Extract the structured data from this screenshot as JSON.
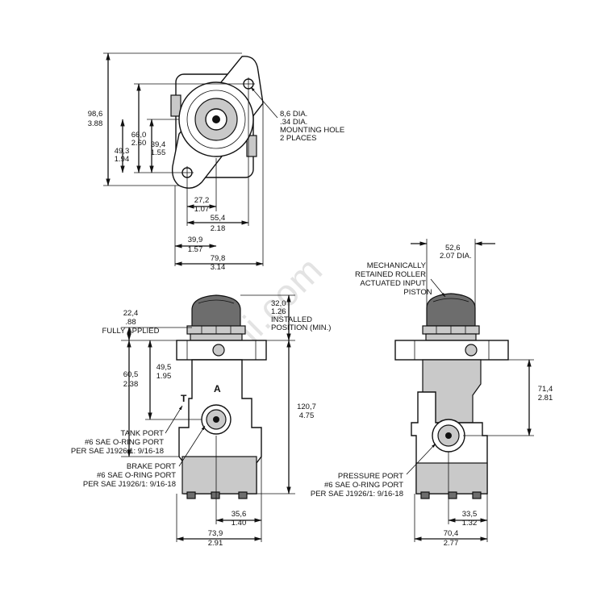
{
  "watermark": "uuhi.com",
  "top_view": {
    "dim_overall_h": [
      "98,6",
      "3.88"
    ],
    "dim_66": [
      "66,0",
      "2.60"
    ],
    "dim_49": [
      "49,3",
      "1.94"
    ],
    "dim_39": [
      "39,4",
      "1.55"
    ],
    "dim_27": [
      "27,2",
      "1.07"
    ],
    "dim_55": [
      "55,4",
      "2.18"
    ],
    "dim_39b": [
      "39,9",
      "1.57"
    ],
    "dim_79": [
      "79,8",
      "3.14"
    ],
    "hole_note": [
      "8,6 DIA.",
      ".34 DIA.",
      "MOUNTING HOLE",
      "2 PLACES"
    ]
  },
  "front_view": {
    "dim_22": [
      "22,4",
      ".88",
      "FULLY APPLIED"
    ],
    "dim_32": [
      "32,0",
      "1.26",
      "INSTALLED",
      "POSITION (MIN.)"
    ],
    "dim_49": [
      "49,5",
      "1.95"
    ],
    "dim_60": [
      "60,5",
      "2.38"
    ],
    "dim_120": [
      "120,7",
      "4.75"
    ],
    "dim_35": [
      "35,6",
      "1.40"
    ],
    "dim_73": [
      "73,9",
      "2.91"
    ],
    "port_t": "T",
    "port_a": "A",
    "tank_port": [
      "TANK PORT",
      "#6 SAE O-RING PORT",
      "PER SAE J1926/1: 9/16-18"
    ],
    "brake_port": [
      "BRAKE PORT",
      "#6 SAE O-RING PORT",
      "PER SAE J1926/1: 9/16-18"
    ]
  },
  "side_view": {
    "dim_52": [
      "52,6",
      "2.07 DIA."
    ],
    "piston_note": [
      "MECHANICALLY",
      "RETAINED ROLLER",
      "ACTUATED INPUT",
      "PISTON"
    ],
    "dim_71": [
      "71,4",
      "2.81"
    ],
    "dim_33": [
      "33,5",
      "1.32"
    ],
    "dim_70": [
      "70,4",
      "2.77"
    ],
    "pressure_port": [
      "PRESSURE PORT",
      "#6 SAE O-RING PORT",
      "PER SAE J1926/1: 9/16-18"
    ]
  }
}
